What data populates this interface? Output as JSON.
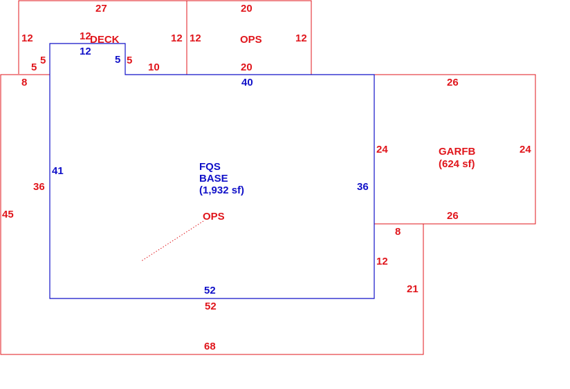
{
  "colors": {
    "red": "#e0151b",
    "blue": "#1010c8"
  },
  "areas": {
    "deck": {
      "label": "DECK"
    },
    "ops_upper": {
      "label": "OPS"
    },
    "garfb": {
      "label": "GARFB",
      "area": "(624 sf)"
    },
    "fqs_base": {
      "line1": "FQS",
      "line2": "BASE",
      "area": "(1,932 sf)"
    },
    "ops_lower": {
      "label": "OPS"
    }
  },
  "dimensions": {
    "deck_top": "27",
    "deck_left": "12",
    "deck_inner_top": "12",
    "deck_right": "12",
    "deck_step_left_a": "5",
    "deck_step_left_b": "5",
    "deck_step_right": "5",
    "deck_bottom": "10",
    "ops_top": "20",
    "ops_left": "12",
    "ops_right": "12",
    "ops_bottom": "20",
    "outer_left_top": "8",
    "outer_left": "45",
    "outer_left_inner": "36",
    "outer_bottom": "68",
    "outer_right": "21",
    "outer_step": "8",
    "outer_right_lower": "12",
    "outer_base_bottom": "52",
    "garfb_top": "26",
    "garfb_left": "24",
    "garfb_right": "24",
    "garfb_bottom": "26",
    "base_top": "40",
    "base_left": "41",
    "base_right": "36",
    "base_bottom": "52",
    "base_notch_top": "12",
    "base_notch_side": "5"
  }
}
